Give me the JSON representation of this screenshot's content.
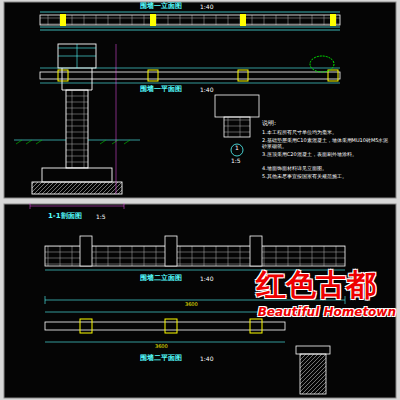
{
  "diagram": {
    "labels": [
      "围墙一立面图",
      "1:40",
      "围墙一平面图",
      "1:40",
      "1-1剖面图",
      "1:5",
      "1",
      "1:5",
      "说明:",
      "1.本工程所有尺寸单位均为毫米。",
      "2.基础垫层采用C10素混凝土，墙体采用MU10砖M5水泥砂浆砌筑。",
      "3.压顶采用C20混凝土，表面刷外墙涂料。",
      "4.墙面饰面材料详见立面图。",
      "5.其他未尽事宜按国家有关规范施工。",
      "围墙二立面图",
      "1:40",
      "围墙二平面图",
      "1:40",
      "3600",
      "3600",
      "红色古都",
      "Beautiful Hometown"
    ]
  }
}
